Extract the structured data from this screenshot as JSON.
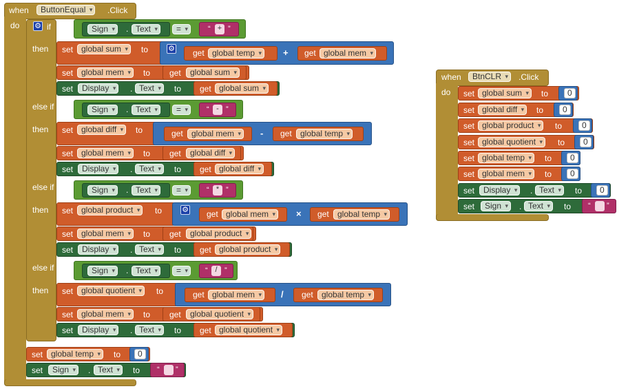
{
  "colors": {
    "event": "#b18e35",
    "variable": "#d05c2a",
    "component": "#2e6b3a",
    "math": "#3a73b8",
    "logic": "#5b9b33",
    "text": "#b03068"
  },
  "keywords": {
    "when": "when",
    "do": "do",
    "if": "if",
    "then": "then",
    "else_if": "else if",
    "set": "set",
    "get": "get",
    "to": "to",
    "dot": ".",
    "eq": "=",
    "quote_open": "“",
    "quote_close": "”"
  },
  "event1": {
    "component": "ButtonEqual",
    "event": ".Click",
    "branches": [
      {
        "sign": "Sign",
        "prop": "Text",
        "op": "=",
        "value": "+",
        "target": "global sum",
        "expr_left": "global temp",
        "math_op": "+",
        "expr_right": "global mem",
        "mem_from": "global sum",
        "display_var": "global sum"
      },
      {
        "sign": "Sign",
        "prop": "Text",
        "op": "=",
        "value": "-",
        "target": "global diff",
        "expr_left": "global mem",
        "math_op": "-",
        "expr_right": "global temp",
        "mem_from": "global diff",
        "display_var": "global diff"
      },
      {
        "sign": "Sign",
        "prop": "Text",
        "op": "=",
        "value": "*",
        "target": "global product",
        "expr_left": "global mem",
        "math_op": "×",
        "expr_right": "global temp",
        "mem_from": "global product",
        "display_var": "global product"
      },
      {
        "sign": "Sign",
        "prop": "Text",
        "op": "=",
        "value": "/",
        "target": "global quotient",
        "expr_left": "global mem",
        "math_op": "/",
        "expr_right": "global temp",
        "mem_from": "global quotient",
        "display_var": "global quotient"
      }
    ],
    "mem_var": "global mem",
    "display_comp": "Display",
    "display_prop": "Text",
    "tail": {
      "temp_var": "global temp",
      "temp_value": "0",
      "sign_comp": "Sign",
      "sign_prop": "Text",
      "sign_value": ""
    }
  },
  "event2": {
    "component": "BtnCLR",
    "event": ".Click",
    "sets": [
      {
        "var": "global sum",
        "value": "0"
      },
      {
        "var": "global diff",
        "value": "0"
      },
      {
        "var": "global product",
        "value": "0"
      },
      {
        "var": "global quotient",
        "value": "0"
      },
      {
        "var": "global temp",
        "value": "0"
      },
      {
        "var": "global mem",
        "value": "0"
      }
    ],
    "display": {
      "comp": "Display",
      "prop": "Text",
      "value": "0"
    },
    "sign": {
      "comp": "Sign",
      "prop": "Text",
      "value": ""
    }
  }
}
